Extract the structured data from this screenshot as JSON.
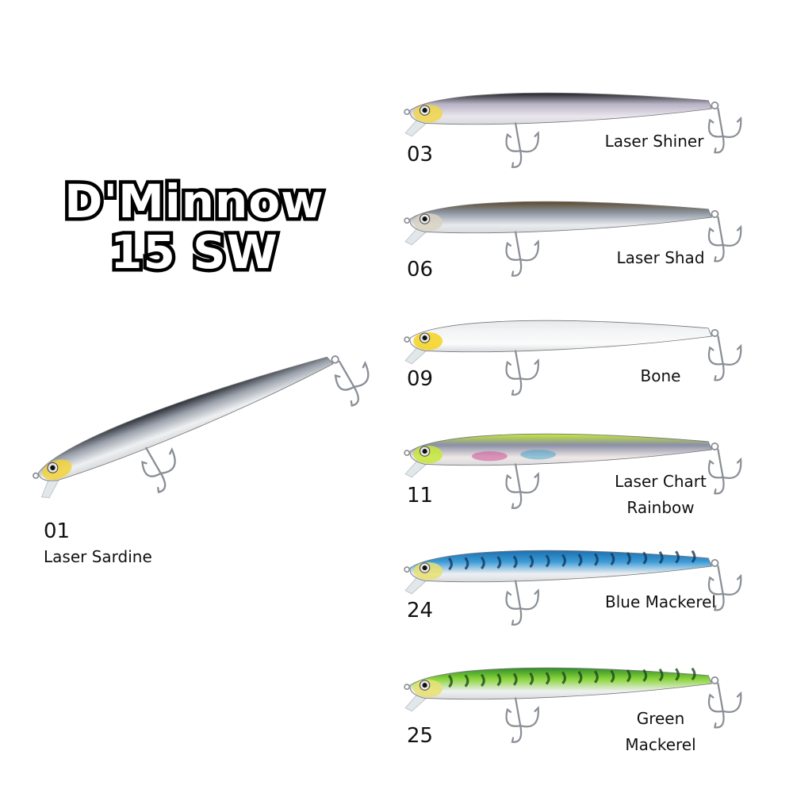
{
  "title": {
    "line1": "D'Minnow",
    "line2": "15 SW"
  },
  "lures": [
    {
      "code": "01",
      "name": [
        "Laser Sardine"
      ],
      "top": "#2a2e36",
      "mid": "#9aa0aa",
      "belly": "#eef0f2",
      "head": "#f2d23a",
      "accent": "#b8bcc4"
    },
    {
      "code": "03",
      "name": [
        "Laser Shiner"
      ],
      "top": "#1e2024",
      "mid": "#b7b2c4",
      "belly": "#e9e6ee",
      "head": "#f0d64a",
      "accent": "#c8c2d6"
    },
    {
      "code": "06",
      "name": [
        "Laser Shad"
      ],
      "top": "#5b4a2c",
      "mid": "#8c94a0",
      "belly": "#e8eaee",
      "head": "#d8d2c2",
      "accent": "#9aa4b4"
    },
    {
      "code": "09",
      "name": [
        "Bone"
      ],
      "top": "#e6e8ea",
      "mid": "#f3f4f5",
      "belly": "#fbfbfb",
      "head": "#f5d21c",
      "accent": "#e0e2e4"
    },
    {
      "code": "11",
      "name": [
        "Laser Chart",
        "Rainbow"
      ],
      "top": "#c6e83a",
      "mid": "#8a8fa6",
      "belly": "#f0e8e6",
      "head": "#c6e83a",
      "accent": "#d05a9a"
    },
    {
      "code": "24",
      "name": [
        "Blue Mackerel"
      ],
      "top": "#1d6fb0",
      "mid": "#3a9ad6",
      "belly": "#eef0f2",
      "head": "#e8e070",
      "accent": "#123a5c"
    },
    {
      "code": "25",
      "name": [
        "Green",
        "Mackerel"
      ],
      "top": "#2e8c2a",
      "mid": "#8ad43a",
      "belly": "#eef0f2",
      "head": "#e8e070",
      "accent": "#1c4a1a"
    }
  ]
}
